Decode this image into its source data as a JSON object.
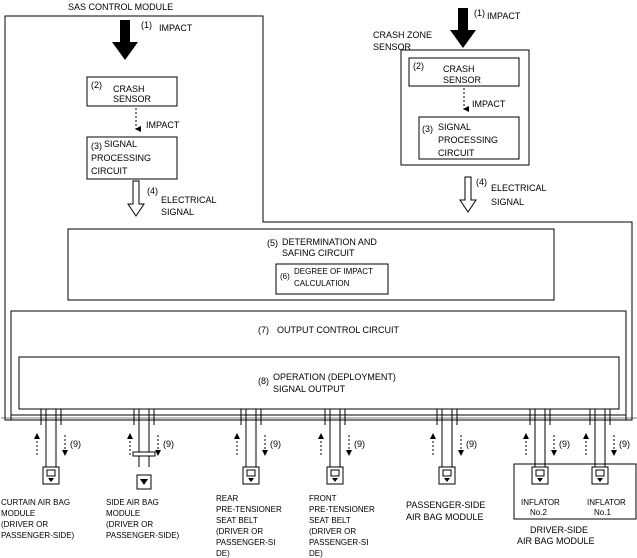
{
  "module": {
    "title": "SAS CONTROL MODULE"
  },
  "impact_label": "IMPACT",
  "crash_zone": {
    "title_line1": "CRASH ZONE",
    "title_line2": "SENSOR"
  },
  "steps": {
    "s1": "(1)",
    "s2": "(2)",
    "s3": "(3)",
    "s4": "(4)",
    "s5": "(5)",
    "s6": "(6)",
    "s7": "(7)",
    "s8": "(8)",
    "s9": "(9)"
  },
  "crash_sensor": {
    "line1": "CRASH",
    "line2": "SENSOR"
  },
  "signal_processing": {
    "line1": "SIGNAL",
    "line2": "PROCESSING",
    "line3": "CIRCUIT"
  },
  "electrical_signal": {
    "line1": "ELECTRICAL",
    "line2": "SIGNAL"
  },
  "determination": {
    "line1": "DETERMINATION AND",
    "line2": "SAFING CIRCUIT"
  },
  "degree": {
    "line1": "DEGREE OF IMPACT",
    "line2": "CALCULATION"
  },
  "output_control": "OUTPUT CONTROL CIRCUIT",
  "operation": {
    "line1": "OPERATION (DEPLOYMENT)",
    "line2": "SIGNAL OUTPUT"
  },
  "outputs": {
    "curtain": [
      "CURTAIN AIR BAG",
      "MODULE",
      "(DRIVER OR",
      "PASSENGER-SIDE)"
    ],
    "side": [
      "SIDE AIR BAG",
      "MODULE",
      "(DRIVER OR",
      "PASSENGER-SIDE)"
    ],
    "rear": [
      "REAR",
      "PRE-TENSIONER",
      "SEAT BELT",
      "(DRIVER OR",
      "PASSENGER-SI",
      "DE)"
    ],
    "front": [
      "FRONT",
      "PRE-TENSIONER",
      "SEAT BELT",
      "(DRIVER OR",
      "PASSENGER-SI",
      "DE)"
    ],
    "passenger": [
      "PASSENGER-SIDE",
      "AIR BAG MODULE"
    ],
    "driver": {
      "inflator2": [
        "INFLATOR",
        "No.2"
      ],
      "inflator1": [
        "INFLATOR",
        "No.1"
      ],
      "title": [
        "DRIVER-SIDE",
        "AIR BAG MODULE"
      ]
    }
  }
}
